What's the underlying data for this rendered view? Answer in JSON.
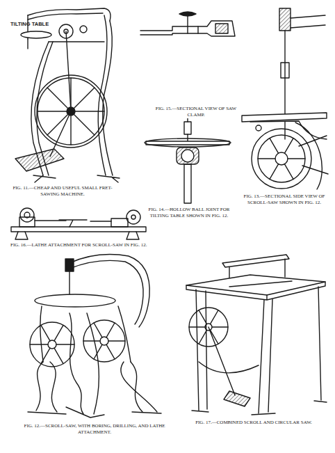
{
  "diagram": {
    "labels": [
      "TILTING TABLE",
      "FIG. 15.—SECTIONAL VIEW OF SAW CLAMP.",
      "FIG. 13.—SECTIONAL SIDE VIEW OF SCROLL-SAW SHOWN IN FIG. 12.",
      "FIG. 11.—CHEAP AND USEFUL SMALL FRET-SAWING MACHINE.",
      "FIG. 14.—HOLLOW BALL JOINT FOR TILTING TABLE SHOWN IN FIG. 12.",
      "FIG. 16.—LATHE ATTACHMENT FOR SCROLL-SAW IN FIG. 12.",
      "FIG. 12.—SCROLL-SAW, WITH BORING, DRILLING, AND LATHE ATTACHMENT.",
      "FIG. 17.—COMBINED SCROLL AND CIRCULAR SAW."
    ]
  }
}
